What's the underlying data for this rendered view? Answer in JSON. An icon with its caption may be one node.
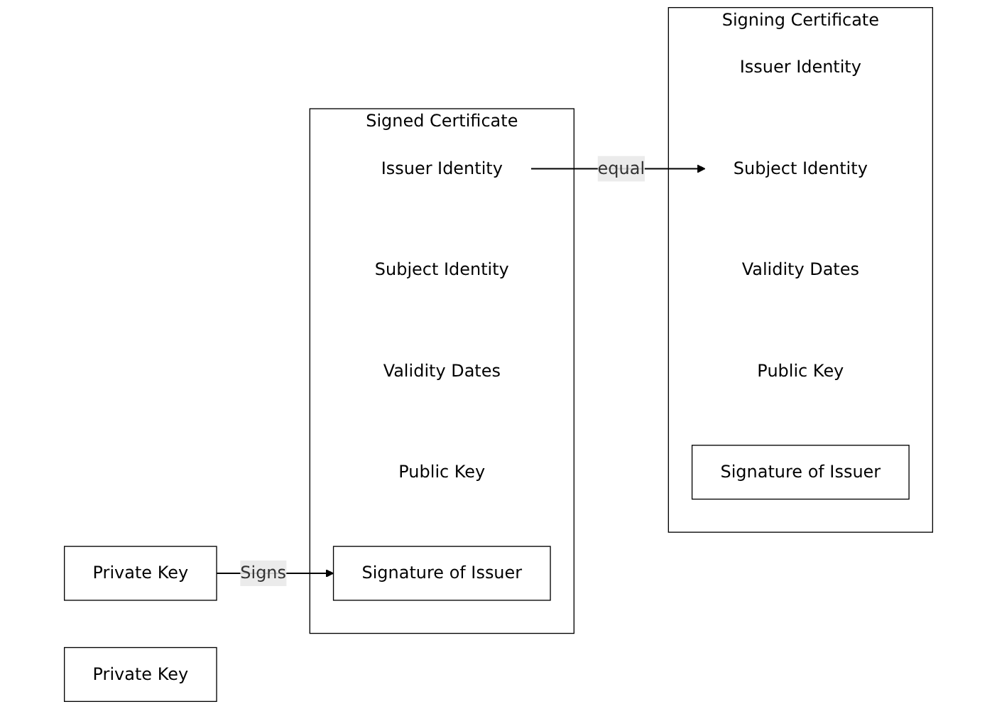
{
  "diagram": {
    "nodes": [
      {
        "text": [
          "Signing Certificate"
        ]
      },
      {
        "text": [
          "Issuer Identity"
        ],
        "in": 0
      },
      {
        "text": [
          "Subject Identity"
        ],
        "in": 0
      },
      {
        "text": [
          "Validity Dates"
        ],
        "in": 0
      },
      {
        "text": [
          "Public Key"
        ],
        "in": 0
      },
      {
        "text": [
          "Signature of Issuer"
        ],
        "in": 0
      },
      {
        "text": [
          "Signed Certificate"
        ]
      },
      {
        "text": [
          "Issuer Identity"
        ],
        "in": 6
      },
      {
        "text": [
          "Subject Identity"
        ],
        "in": 6
      },
      {
        "text": [
          "Validity Dates"
        ],
        "in": 6
      },
      {
        "text": [
          "Public Key"
        ],
        "in": 6
      },
      {
        "text": [
          "Signature of Issuer"
        ],
        "in": 6
      },
      {
        "text": [
          "Private Key"
        ]
      },
      {
        "text": [
          "Private Key"
        ]
      }
    ],
    "edges": [
      {
        "from": 7,
        "to": 2,
        "arrow": "to",
        "label": "equal"
      },
      {
        "from": 12,
        "to": 11,
        "arrow": "to",
        "label": "Signs"
      }
    ]
  }
}
